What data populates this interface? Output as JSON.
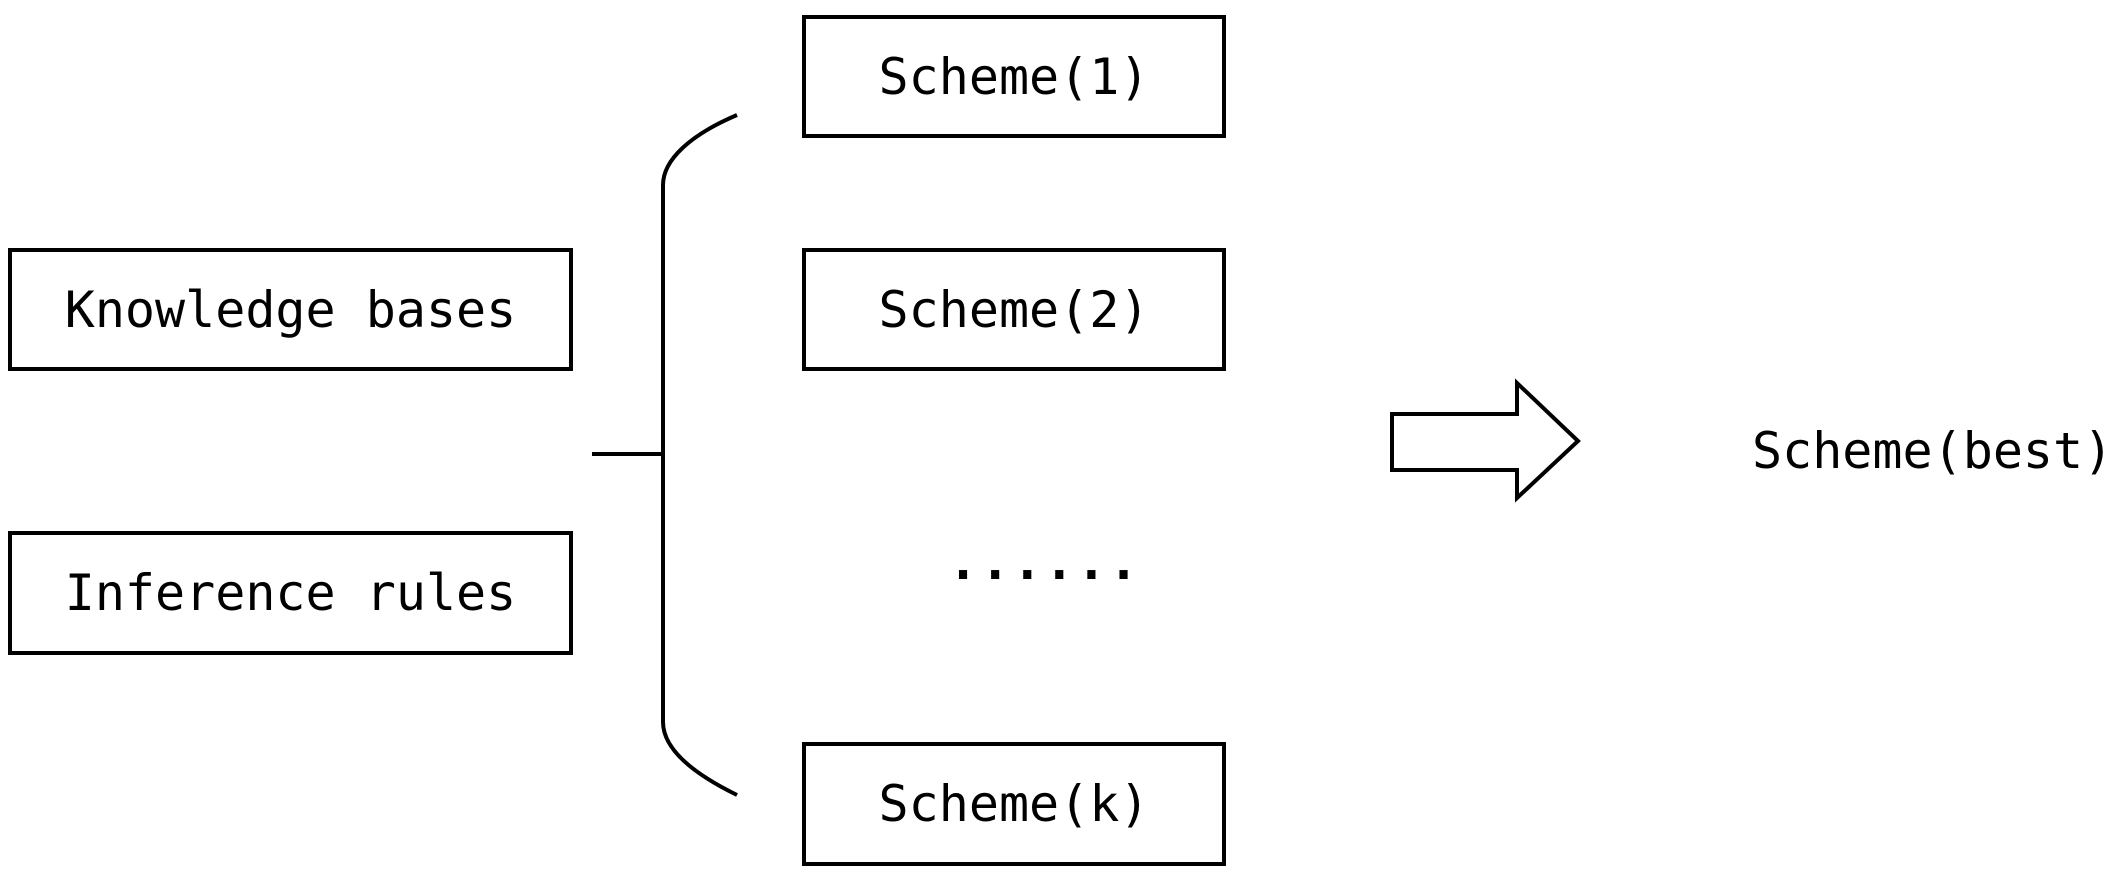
{
  "inputs": {
    "knowledge_bases": "Knowledge bases",
    "inference_rules": "Inference rules"
  },
  "schemes": {
    "scheme_1": "Scheme(1)",
    "scheme_2": "Scheme(2)",
    "ellipsis": "......",
    "scheme_k": "Scheme(k)"
  },
  "result": {
    "scheme_best": "Scheme(best)"
  }
}
